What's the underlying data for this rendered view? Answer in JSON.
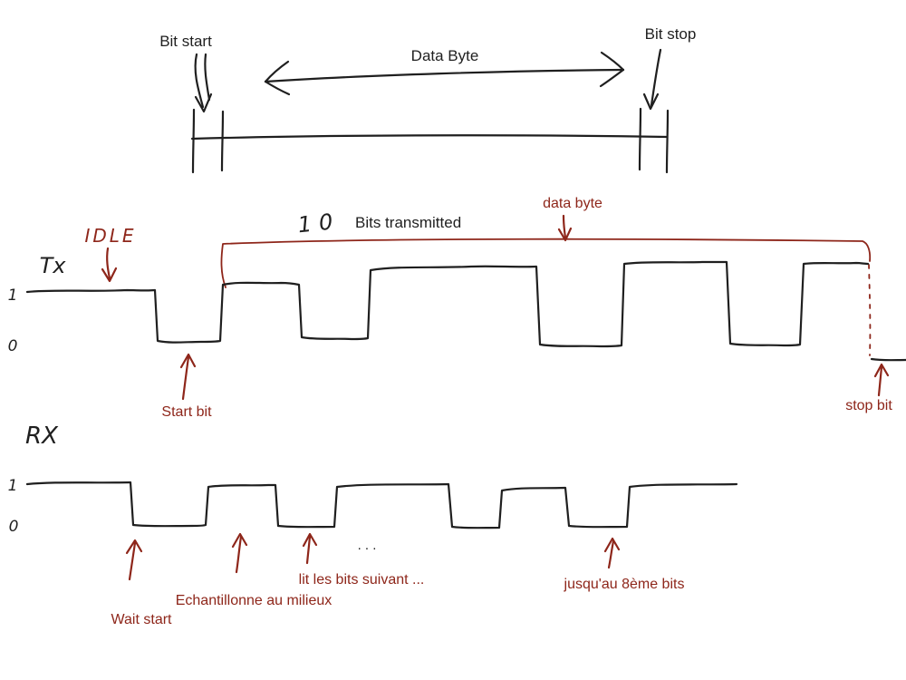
{
  "colors": {
    "ink": "#1f1f1f",
    "annotation": "#8e261a"
  },
  "top_ruler": {
    "bit_start_label": "Bit start",
    "data_byte_label": "Data Byte",
    "bit_stop_label": "Bit stop"
  },
  "tx": {
    "signal_label": "Tx",
    "idle_label": "IDLE",
    "level_high": "1",
    "level_low": "0",
    "bits_count": "10",
    "bits_transmitted_label": "Bits transmitted",
    "data_byte_label": "data byte",
    "start_bit_label": "Start bit",
    "stop_bit_label": "stop bit"
  },
  "rx": {
    "signal_label": "RX",
    "level_high": "1",
    "level_low": "0",
    "wait_start_label": "Wait start",
    "sample_label": "Echantillonne au milieux",
    "read_next_label": "lit les bits suivant ...",
    "ellipsis": ". . .",
    "until_label": "jusqu'au 8ème bits"
  }
}
